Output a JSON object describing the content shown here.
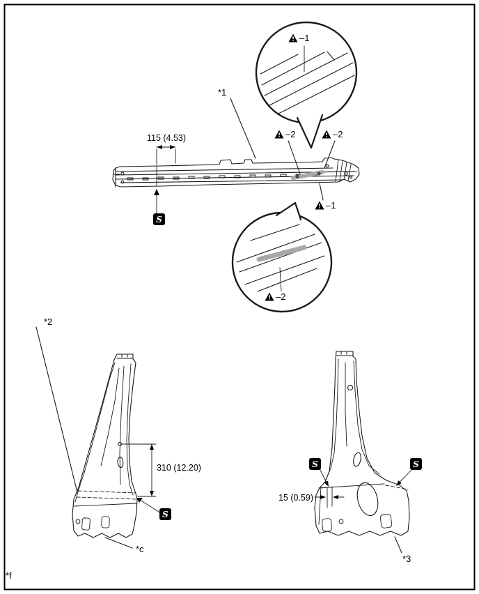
{
  "figure": {
    "type": "technical-diagram",
    "description": "Vehicle body rocker panel and center pillar sealer application diagram"
  },
  "labels": {
    "ref_1": "*1",
    "ref_2": "*2",
    "ref_3": "*3",
    "ref_c": "*c",
    "ref_f": "*f",
    "sealer": "S"
  },
  "dimensions": {
    "rocker": "115 (4.53)",
    "pillar_left": "310 (12.20)",
    "pillar_right": "15 (0.59)"
  },
  "callouts": {
    "a1": "–1",
    "a2": "–2"
  },
  "colors": {
    "line": "#1a1a1a",
    "sealer_bead": "#a8a8a8",
    "bead_dot": "#4a4a4a",
    "background": "#ffffff"
  }
}
